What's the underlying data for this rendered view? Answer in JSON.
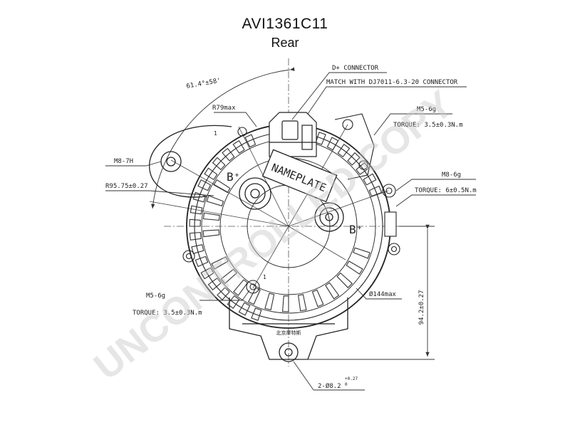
{
  "drawing": {
    "model": "AVI1361C11",
    "view": "Rear",
    "nameplate": "NAMEPLATE",
    "terminal_a": "B⁺",
    "terminal_b": "B⁺",
    "small_mark_1": "1",
    "small_mark_2": "1",
    "foot_label": "北京摩特斯"
  },
  "callouts": {
    "d_connector": "D+ CONNECTOR",
    "match_with": "MATCH WITH DJ7011-6.3-20 CONNECTOR",
    "angle": "61.4°±58'",
    "r79": "R79max",
    "m8_7h": "M8-7H",
    "r95": "R95.75±0.27",
    "m5_top": "M5-6g",
    "torque_top": "TORQUE: 3.5±0.3N.m",
    "m8_6g": "M8-6g",
    "torque_right": "TORQUE: 6±0.5N.m",
    "m5_bottom": "M5-6g",
    "torque_bottom": "TORQUE: 3.5±0.3N.m",
    "dia144": "Ø144max",
    "dim_94": "94.2±0.27",
    "hole": "2-Ø8.2",
    "hole_tol_upper": "+0.27",
    "hole_tol_lower": "0"
  },
  "watermark": "UNCONTROLLED COPY"
}
